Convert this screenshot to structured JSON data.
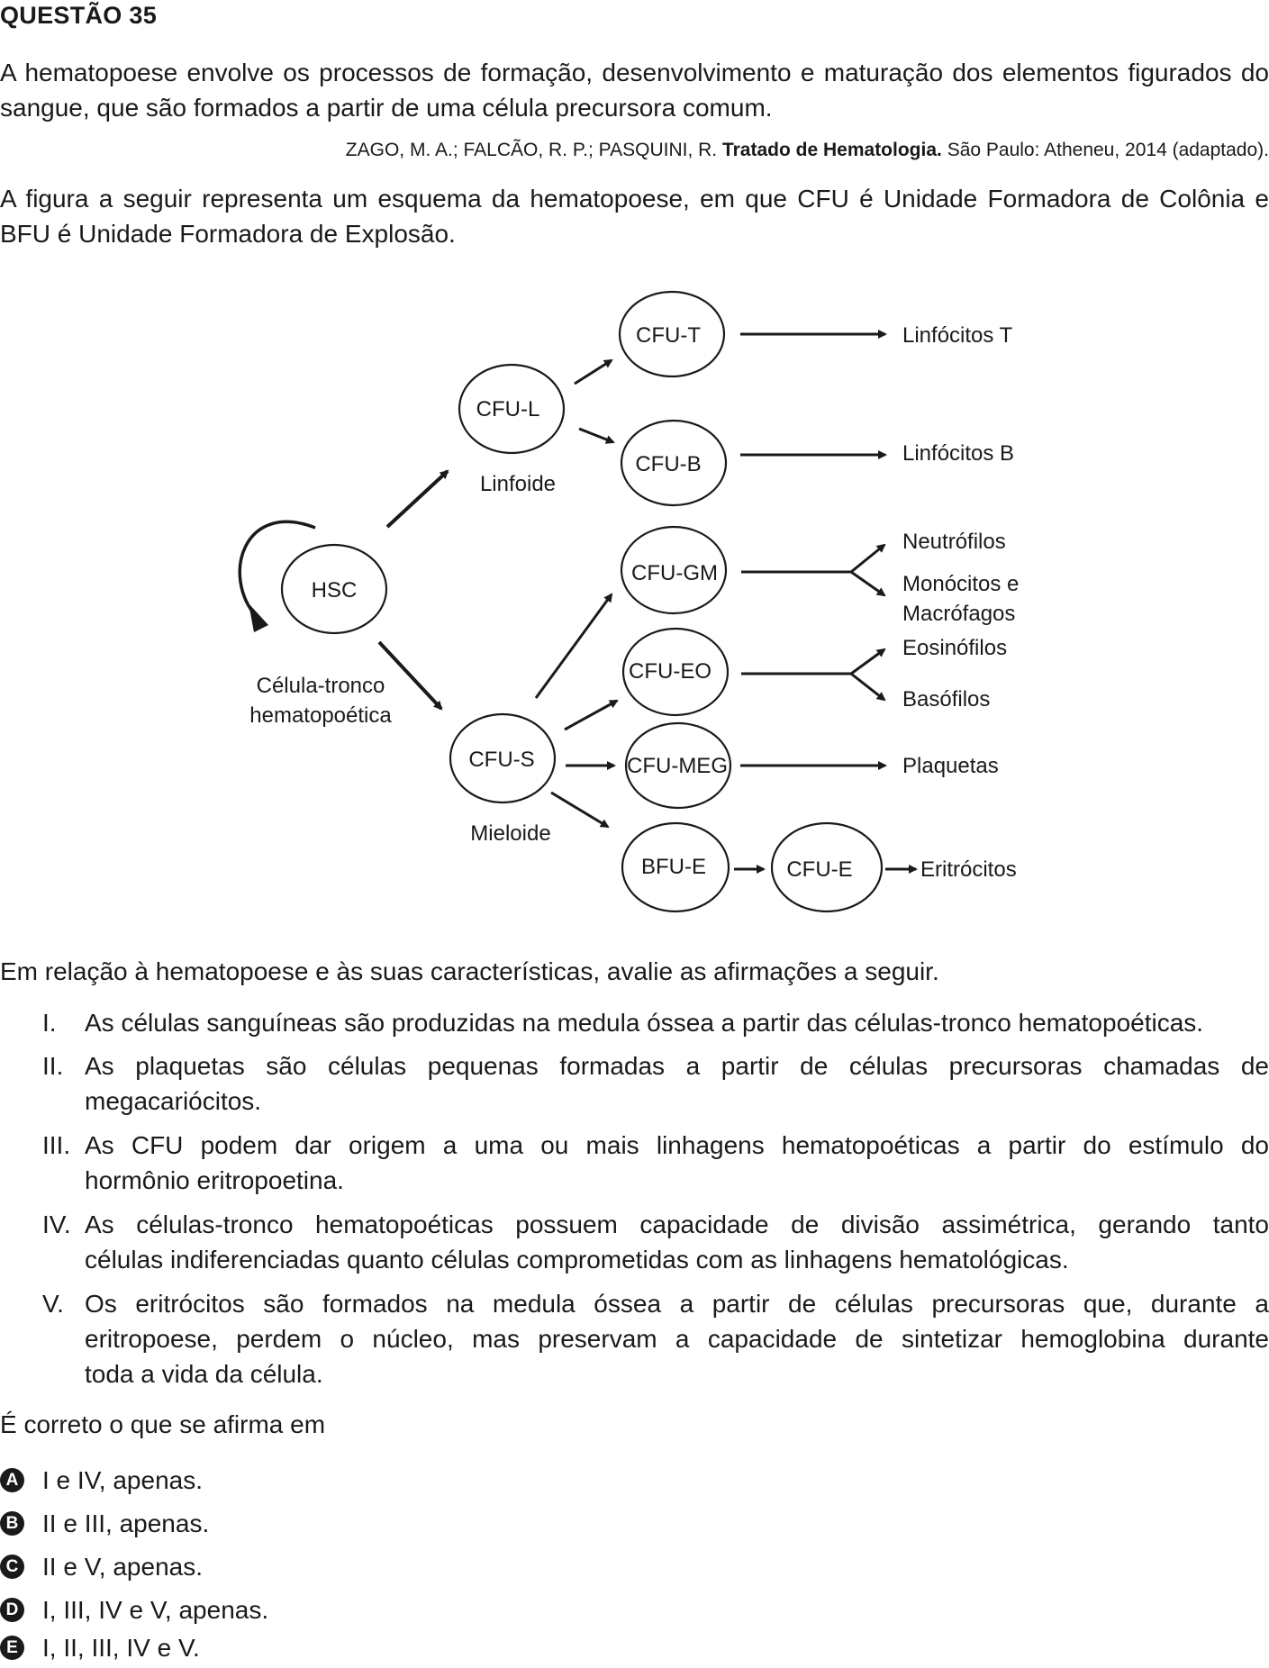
{
  "question": {
    "title": "QUESTÃO 35",
    "intro": "A hematopoese envolve os processos de formação, desenvolvimento e maturação dos elementos figurados do sangue, que são formados a partir de uma célula precursora comum.",
    "citation": {
      "authors": "ZAGO, M. A.; FALCÃO, R. P.; PASQUINI, R.",
      "book": "Tratado de Hematologia.",
      "rest": "São Paulo: Atheneu, 2014 (adaptado)."
    },
    "figure_text": "A figura a seguir representa um esquema da hematopoese, em que CFU é Unidade Formadora de Colônia e BFU é Unidade Formadora de Explosão."
  },
  "diagram": {
    "nodes": {
      "hsc": "HSC",
      "cfu_l": "CFU-L",
      "cfu_s": "CFU-S",
      "cfu_t": "CFU-T",
      "cfu_b": "CFU-B",
      "cfu_gm": "CFU-GM",
      "cfu_eo": "CFU-EO",
      "cfu_meg": "CFU-MEG",
      "bfu_e": "BFU-E",
      "cfu_e": "CFU-E"
    },
    "labels": {
      "hsc_line1": "Célula-tronco",
      "hsc_line2": "hematopoética",
      "linfoide": "Linfoide",
      "mieloide": "Mieloide"
    },
    "products": {
      "linfocitos_t": "Linfócitos T",
      "linfocitos_b": "Linfócitos B",
      "neutrofilos": "Neutrófilos",
      "monocitos_1": "Monócitos e",
      "monocitos_2": "Macrófagos",
      "eosinofilos": "Eosinófilos",
      "basofilos": "Basófilos",
      "plaquetas": "Plaquetas",
      "eritrocitos": "Eritrócitos"
    }
  },
  "lead": "Em relação à hematopoese e às suas características, avalie as afirmações a seguir.",
  "statements": [
    {
      "num": "I.",
      "lines": [
        "As células sanguíneas são produzidas na medula óssea a partir das células-tronco hematopoéticas."
      ]
    },
    {
      "num": "II.",
      "lines": [
        "As plaquetas são células pequenas formadas a partir de células precursoras chamadas de",
        "megacariócitos."
      ]
    },
    {
      "num": "III.",
      "lines": [
        "As CFU podem dar origem a uma ou mais linhagens hematopoéticas a partir do estímulo do",
        "hormônio eritropoetina."
      ]
    },
    {
      "num": "IV.",
      "lines": [
        "As células-tronco hematopoéticas possuem capacidade de divisão assimétrica, gerando tanto",
        "células indiferenciadas quanto células comprometidas com as linhagens hematológicas."
      ]
    },
    {
      "num": "V.",
      "lines": [
        "Os eritrócitos são formados na medula óssea a partir de células precursoras que, durante a",
        "eritropoese, perdem o núcleo, mas preservam a capacidade de sintetizar hemoglobina durante",
        "toda a vida da célula."
      ]
    }
  ],
  "ask": "É correto o que se afirma em",
  "options": [
    {
      "letter": "A",
      "text": "I e IV, apenas."
    },
    {
      "letter": "B",
      "text": "II e III, apenas."
    },
    {
      "letter": "C",
      "text": "II e V, apenas."
    },
    {
      "letter": "D",
      "text": "I, III, IV e V, apenas."
    },
    {
      "letter": "E",
      "text": "I, II, III, IV e V."
    }
  ]
}
